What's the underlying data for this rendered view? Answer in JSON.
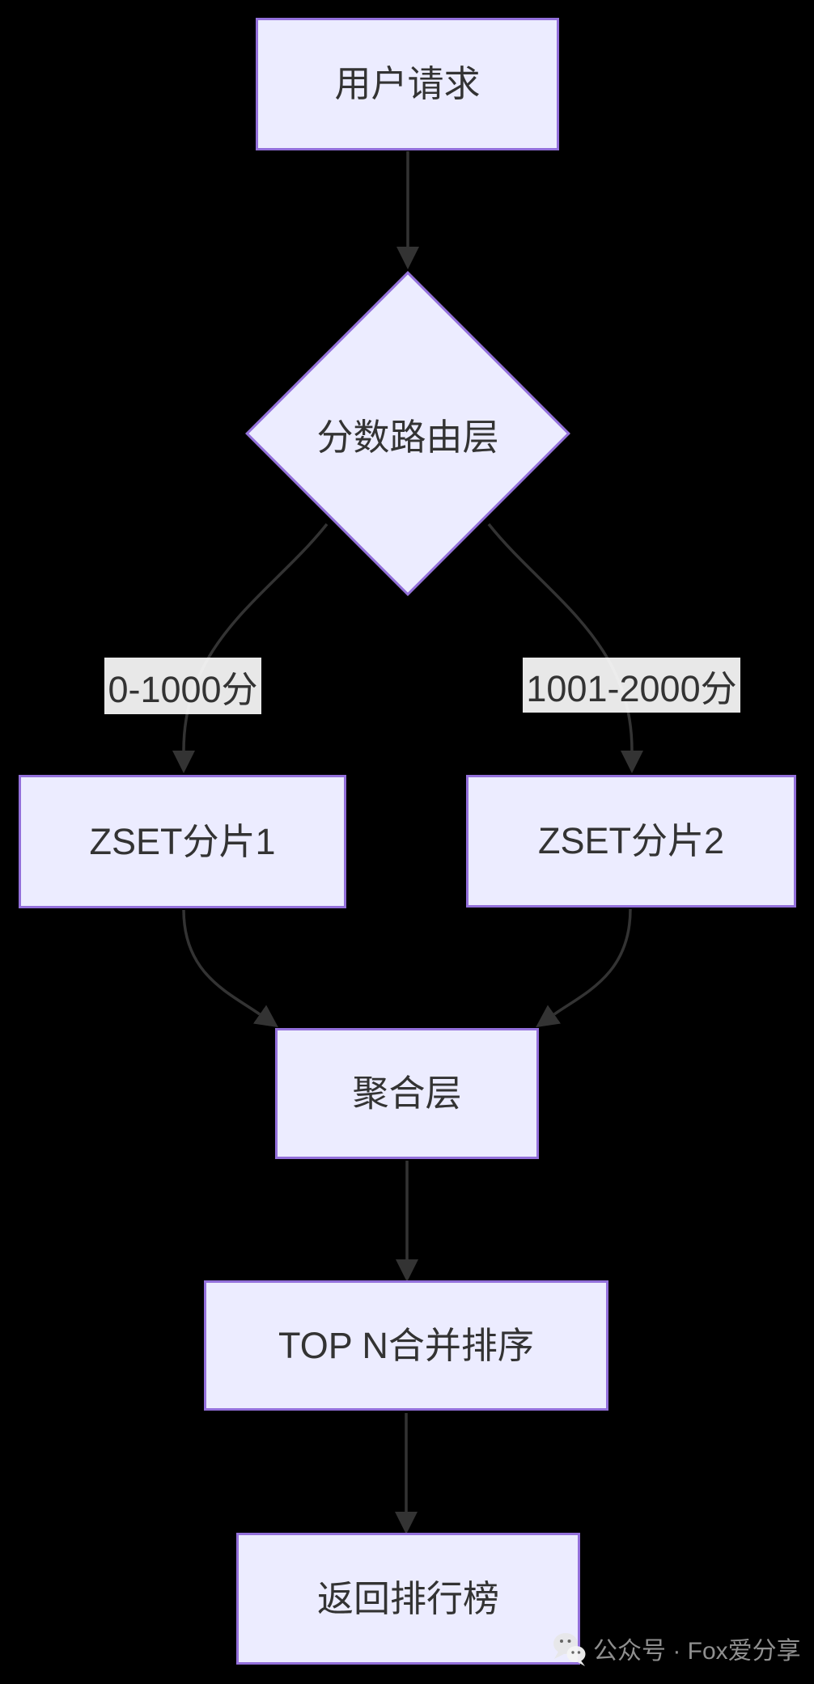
{
  "diagram": {
    "type": "flowchart",
    "direction": "top-down",
    "colors": {
      "background": "#000000",
      "node_fill": "#ECECFF",
      "node_border": "#9370DB",
      "node_text": "#333333",
      "edge_color": "#333333",
      "edge_label_bg": "rgba(255,255,255,0.91)",
      "edge_label_text": "#333333",
      "watermark_text_color": "#8f8f8f",
      "watermark_icon_color": "#e6e6e6"
    },
    "nodes": [
      {
        "id": "user-request",
        "shape": "rect",
        "label": "用户请求"
      },
      {
        "id": "score-router",
        "shape": "diamond",
        "label": "分数路由层"
      },
      {
        "id": "zset-shard-1",
        "shape": "rect",
        "label": "ZSET分片1"
      },
      {
        "id": "zset-shard-2",
        "shape": "rect",
        "label": "ZSET分片2"
      },
      {
        "id": "aggregation-layer",
        "shape": "rect",
        "label": "聚合层"
      },
      {
        "id": "top-n-merge-sort",
        "shape": "rect",
        "label": "TOP N合并排序"
      },
      {
        "id": "return-leaderboard",
        "shape": "rect",
        "label": "返回排行榜"
      }
    ],
    "edges": [
      {
        "from": "user-request",
        "to": "score-router",
        "label": ""
      },
      {
        "from": "score-router",
        "to": "zset-shard-1",
        "label": "0-1000分"
      },
      {
        "from": "score-router",
        "to": "zset-shard-2",
        "label": "1001-2000分"
      },
      {
        "from": "zset-shard-1",
        "to": "aggregation-layer",
        "label": ""
      },
      {
        "from": "zset-shard-2",
        "to": "aggregation-layer",
        "label": ""
      },
      {
        "from": "aggregation-layer",
        "to": "top-n-merge-sort",
        "label": ""
      },
      {
        "from": "top-n-merge-sort",
        "to": "return-leaderboard",
        "label": ""
      }
    ]
  },
  "watermark": {
    "icon": "wechat-icon",
    "text": "公众号 · Fox爱分享"
  }
}
